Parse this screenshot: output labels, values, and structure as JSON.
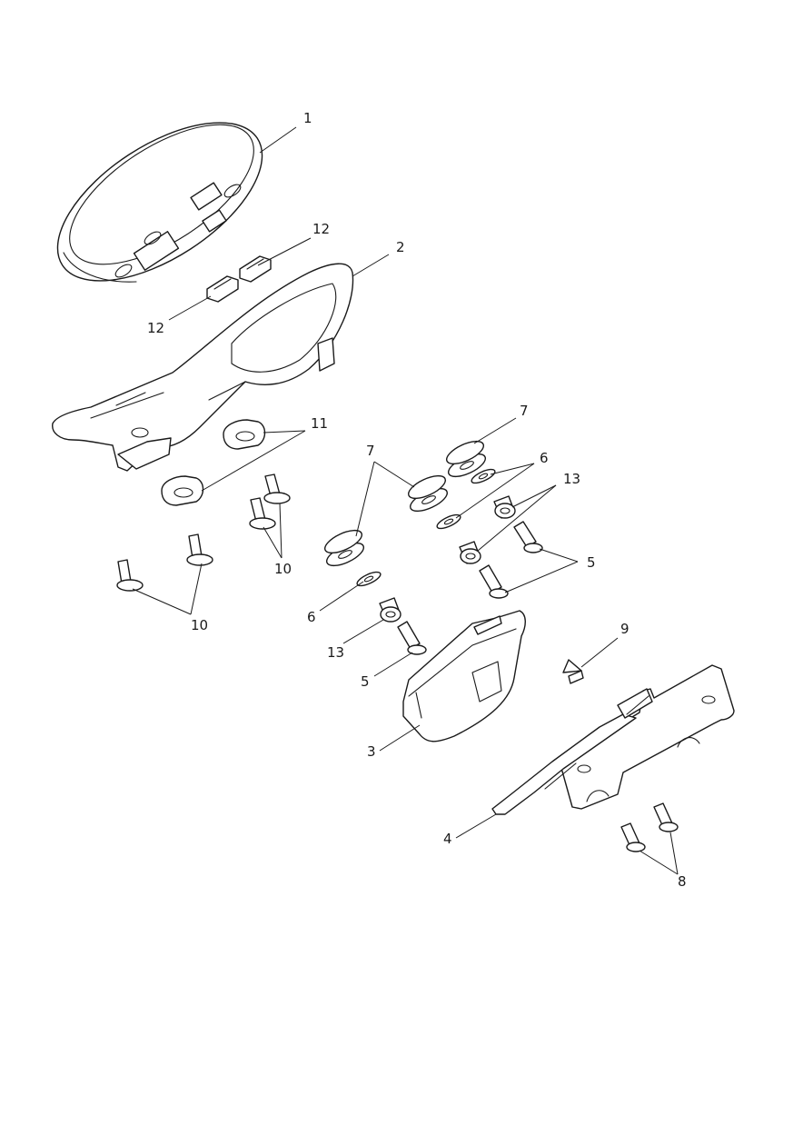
{
  "diagram": {
    "callouts": [
      {
        "id": "c1",
        "label": "1"
      },
      {
        "id": "c2",
        "label": "2"
      },
      {
        "id": "c3",
        "label": "3"
      },
      {
        "id": "c4",
        "label": "4"
      },
      {
        "id": "c5a",
        "label": "5"
      },
      {
        "id": "c5b",
        "label": "5"
      },
      {
        "id": "c6a",
        "label": "6"
      },
      {
        "id": "c6b",
        "label": "6"
      },
      {
        "id": "c7a",
        "label": "7"
      },
      {
        "id": "c7b",
        "label": "7"
      },
      {
        "id": "c8",
        "label": "8"
      },
      {
        "id": "c9",
        "label": "9"
      },
      {
        "id": "c10a",
        "label": "10"
      },
      {
        "id": "c10b",
        "label": "10"
      },
      {
        "id": "c11",
        "label": "11"
      },
      {
        "id": "c12a",
        "label": "12"
      },
      {
        "id": "c12b",
        "label": "12"
      },
      {
        "id": "c13a",
        "label": "13"
      },
      {
        "id": "c13b",
        "label": "13"
      }
    ]
  }
}
